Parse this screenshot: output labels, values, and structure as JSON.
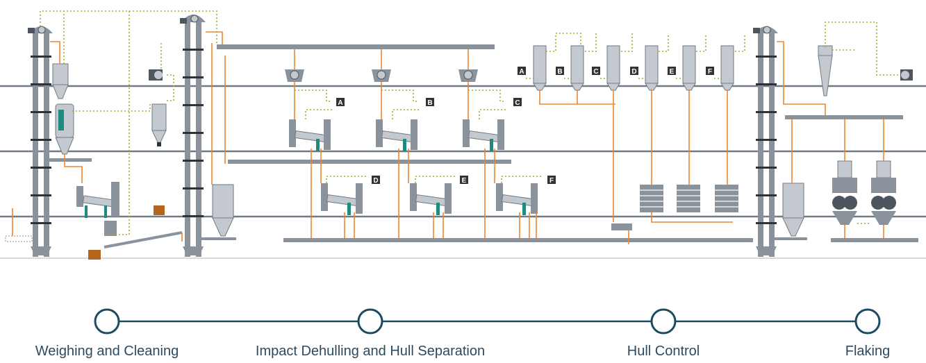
{
  "colors": {
    "floor": "#6f7a84",
    "machine": "#8a939b",
    "machine_light": "#c3c9ce",
    "machine_dark": "#4d565e",
    "product_flow": "#f0852d",
    "aspiration": "#9bb128",
    "teal": "#1f8a80",
    "timeline": "#1d4a63",
    "hull_bin": "#b3661c",
    "label_box": "#333333"
  },
  "stations_top": [
    {
      "letter": "A"
    },
    {
      "letter": "B"
    },
    {
      "letter": "C"
    },
    {
      "letter": "D"
    },
    {
      "letter": "E"
    },
    {
      "letter": "F"
    }
  ],
  "stations_dehulling_upper": [
    {
      "letter": "A"
    },
    {
      "letter": "B"
    },
    {
      "letter": "C"
    }
  ],
  "stations_dehulling_lower": [
    {
      "letter": "D"
    },
    {
      "letter": "E"
    },
    {
      "letter": "F"
    }
  ],
  "stages": [
    {
      "label": "Weighing and Cleaning"
    },
    {
      "label": "Impact Dehulling and Hull Separation"
    },
    {
      "label": "Hull Control"
    },
    {
      "label": "Flaking"
    }
  ]
}
